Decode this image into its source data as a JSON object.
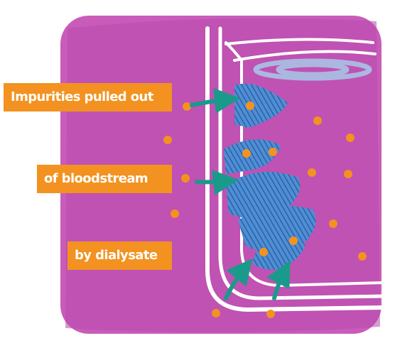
{
  "labels": {
    "impurities": "Impurities pulled out",
    "bloodstream": "of bloodstream",
    "dialysate": "by dialysate"
  },
  "colors": {
    "tissue": "#c95cba",
    "tissue_dark": "#a13f9c",
    "vessel_wall": "#ffffff",
    "hatching": "#3a78c0",
    "particle": "#f39220",
    "arrow": "#1a9a8a",
    "label_bg": "#f39220",
    "label_text": "#ffffff"
  }
}
